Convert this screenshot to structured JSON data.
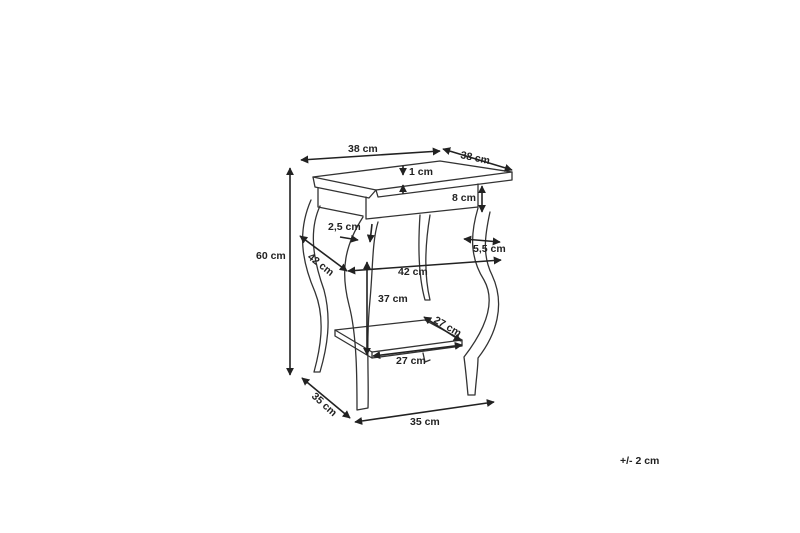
{
  "dimensions": {
    "top_width": "38 cm",
    "top_depth": "38 cm",
    "top_thickness": "1 cm",
    "drawer_height": "8 cm",
    "apron_inset": "2,5 cm",
    "side_inset": "5,5 cm",
    "leg_span_depth": "42 cm",
    "leg_span_width": "42 cm",
    "shelf_height": "37 cm",
    "shelf_depth": "27 cm",
    "shelf_width": "27 cm",
    "total_height": "60 cm",
    "base_depth": "35 cm",
    "base_width": "35 cm"
  },
  "tolerance": "+/- 2 cm"
}
